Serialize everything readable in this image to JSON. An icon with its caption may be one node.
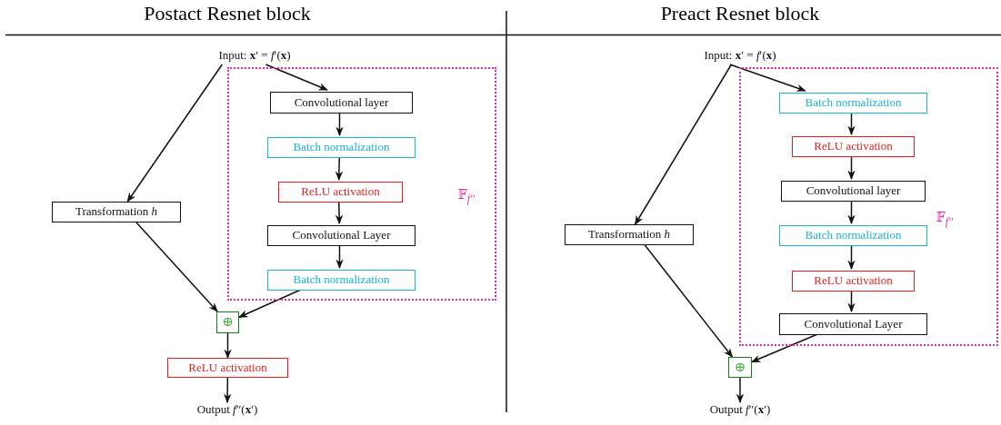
{
  "diagram": {
    "nodes": [
      {
        "text": [
          "Input: **x**′ = *f*′(**x**)"
        ]
      },
      {
        "text": [
          "𝔽$_{f′′}$"
        ]
      },
      {
        "text": [
          "Convolutional layer"
        ],
        "in": 1
      },
      {
        "text": [
          "Batch normalization"
        ],
        "in": 1
      },
      {
        "text": [
          "ReLU activation"
        ],
        "in": 1
      },
      {
        "text": [
          "Convolutional Layer"
        ],
        "in": 1
      },
      {
        "text": [
          "Batch normalization"
        ],
        "in": 1
      },
      {
        "text": [
          "Transformation *h*"
        ]
      },
      {
        "text": [
          "⊕"
        ]
      },
      {
        "text": [
          "ReLU activation"
        ]
      },
      {
        "text": [
          "Output *f*′′(**x**′)"
        ]
      },
      {
        "text": [
          "Input: **x**′ = *f*′(**x**)"
        ]
      },
      {
        "text": [
          "𝔽$_{f′′}$"
        ]
      },
      {
        "text": [
          "Batch normalization"
        ],
        "in": 12
      },
      {
        "text": [
          "ReLU activation"
        ],
        "in": 12
      },
      {
        "text": [
          "Convolutional layer"
        ],
        "in": 12
      },
      {
        "text": [
          "Batch normalization"
        ],
        "in": 12
      },
      {
        "text": [
          "ReLU activation"
        ],
        "in": 12
      },
      {
        "text": [
          "Convolutional Layer"
        ],
        "in": 12
      },
      {
        "text": [
          "Transformation *h*"
        ]
      },
      {
        "text": [
          "⊕"
        ]
      },
      {
        "text": [
          "Output *f*′′(**x**′)"
        ]
      }
    ],
    "edges": [
      {
        "from": 0,
        "to": 2,
        "arrow": "to"
      },
      {
        "from": 2,
        "to": 3,
        "arrow": "to"
      },
      {
        "from": 3,
        "to": 4,
        "arrow": "to"
      },
      {
        "from": 4,
        "to": 5,
        "arrow": "to"
      },
      {
        "from": 5,
        "to": 6,
        "arrow": "to"
      },
      {
        "from": 0,
        "to": 7,
        "arrow": "to"
      },
      {
        "from": 7,
        "to": 8,
        "arrow": "to"
      },
      {
        "from": 6,
        "to": 8,
        "arrow": "to"
      },
      {
        "from": 8,
        "to": 9,
        "arrow": "to"
      },
      {
        "from": 9,
        "to": 10,
        "arrow": "to"
      },
      {
        "from": 11,
        "to": 13,
        "arrow": "to"
      },
      {
        "from": 13,
        "to": 14,
        "arrow": "to"
      },
      {
        "from": 14,
        "to": 15,
        "arrow": "to"
      },
      {
        "from": 15,
        "to": 16,
        "arrow": "to"
      },
      {
        "from": 16,
        "to": 17,
        "arrow": "to"
      },
      {
        "from": 17,
        "to": 18,
        "arrow": "to"
      },
      {
        "from": 11,
        "to": 19,
        "arrow": "to"
      },
      {
        "from": 19,
        "to": 20,
        "arrow": "to"
      },
      {
        "from": 18,
        "to": 20,
        "arrow": "to"
      },
      {
        "from": 20,
        "to": 21,
        "arrow": "to"
      }
    ],
    "labels": [
      "Postact Resnet block",
      "Preact Resnet block"
    ]
  }
}
